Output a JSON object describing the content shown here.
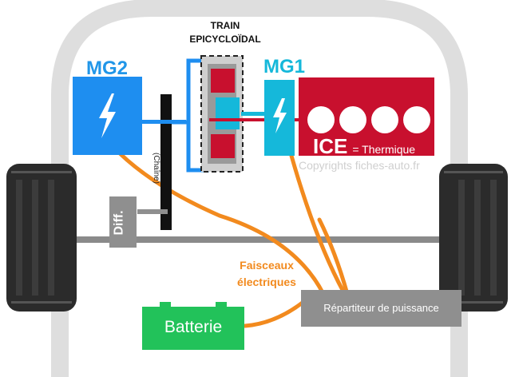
{
  "labels": {
    "train_line1": "TRAIN",
    "train_line2": "EPICYCLOÏDAL",
    "mg2": "MG2",
    "mg1": "MG1",
    "ice": "ICE",
    "ice_suffix": "= Thermique",
    "copyright": "Copyrights fiches-auto.fr",
    "chaine": "(Chaîne)",
    "diff": "Diff.",
    "faisceaux_line1": "Faisceaux",
    "faisceaux_line2": "électriques",
    "batterie": "Batterie",
    "repartiteur": "Répartiteur de puissance"
  },
  "colors": {
    "mg_blue": "#1e8ef0",
    "mg1_cyan": "#15b8da",
    "ice_red": "#c8102e",
    "wire_orange": "#f28a1e",
    "battery_green": "#22c25a",
    "grey_box": "#8f8f8f",
    "tire_dark": "#2b2b2b"
  },
  "icons": [
    "lightning-bolt-icon",
    "lightning-bolt-icon",
    "cylinder-icon"
  ]
}
